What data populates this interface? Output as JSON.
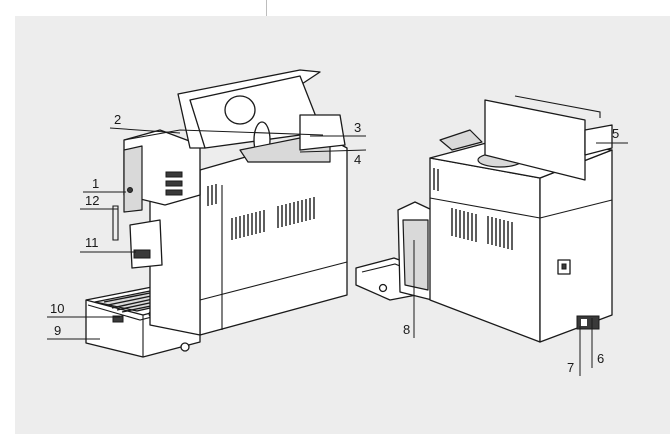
{
  "figure": {
    "front_view": {
      "callouts": [
        {
          "id": "1",
          "label": "1"
        },
        {
          "id": "2",
          "label": "2"
        },
        {
          "id": "3",
          "label": "3"
        },
        {
          "id": "4",
          "label": "4"
        },
        {
          "id": "9",
          "label": "9"
        },
        {
          "id": "10",
          "label": "10"
        },
        {
          "id": "11",
          "label": "11"
        },
        {
          "id": "12",
          "label": "12"
        }
      ]
    },
    "rear_view": {
      "callouts": [
        {
          "id": "5",
          "label": "5"
        },
        {
          "id": "6",
          "label": "6"
        },
        {
          "id": "7",
          "label": "7"
        },
        {
          "id": "8",
          "label": "8"
        }
      ]
    }
  }
}
